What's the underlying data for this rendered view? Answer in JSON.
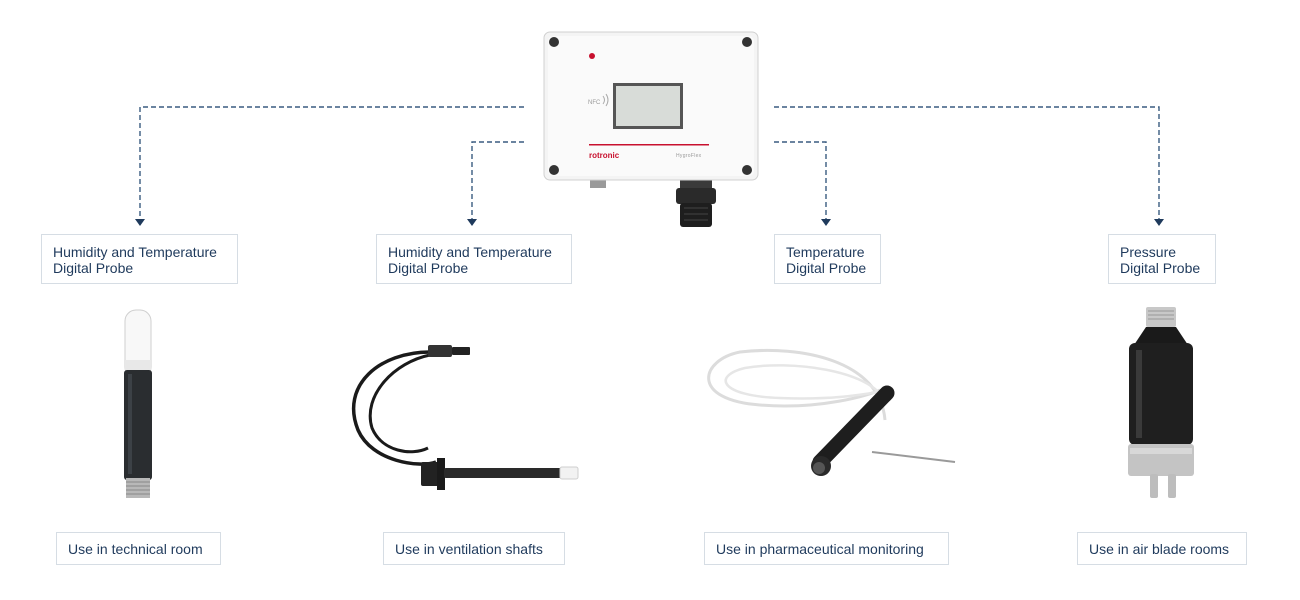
{
  "device": {
    "brand": "rotronic",
    "model": "HygroFlex",
    "nfc_label": "NFC"
  },
  "probes": [
    {
      "title_line1": "Humidity and Temperature",
      "title_line2": "Digital Probe",
      "usage": "Use in technical room",
      "image": "rod-probe-image"
    },
    {
      "title_line1": "Humidity and Temperature",
      "title_line2": "Digital Probe",
      "usage": "Use in ventilation shafts",
      "image": "cable-duct-probe-image"
    },
    {
      "title_line1": "Temperature",
      "title_line2": "Digital Probe",
      "usage": "Use in pharmaceutical monitoring",
      "image": "cable-temperature-probe-image"
    },
    {
      "title_line1": "Pressure",
      "title_line2": "Digital Probe",
      "usage": "Use in air blade rooms",
      "image": "pressure-probe-image"
    }
  ],
  "colors": {
    "text": "#1f3a5c",
    "connector": "#3a5c80",
    "box_border": "#d6dde4",
    "brand_red": "#c8102e"
  }
}
